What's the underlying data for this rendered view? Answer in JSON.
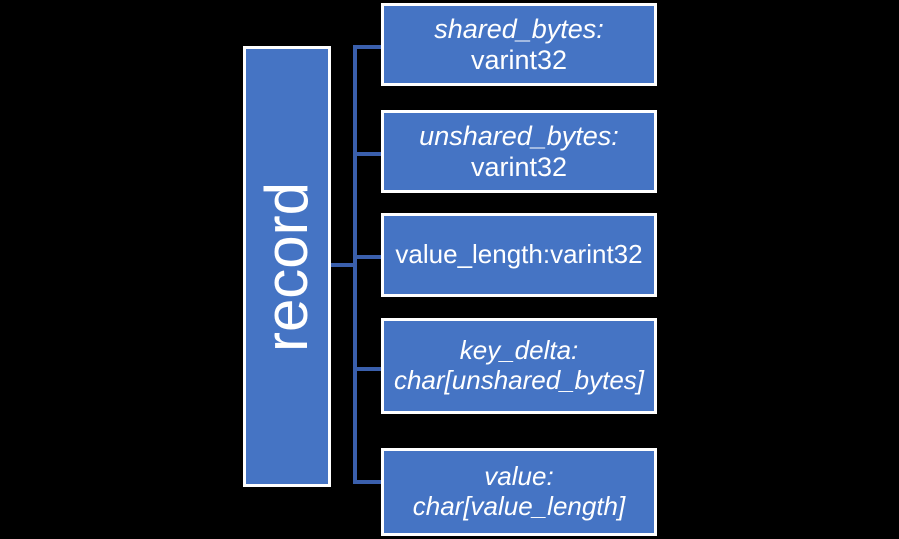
{
  "diagram": {
    "title": "record",
    "root": {
      "label": "record",
      "fill": "#4574C4",
      "border": "#FFFFFF",
      "text_color": "#FFFFFF",
      "orientation": "vertical-bottom-to-top"
    },
    "connector_color": "#3A5FAC",
    "background": "#000000",
    "children": [
      {
        "name": "shared-bytes",
        "line1": "shared_bytes:",
        "line1_style": "italic",
        "line2": "varint32",
        "line2_style": "normal"
      },
      {
        "name": "unshared-bytes",
        "line1": "unshared_bytes:",
        "line1_style": "italic",
        "line2": "varint32",
        "line2_style": "normal"
      },
      {
        "name": "value-length",
        "line1": "value_length:varint32",
        "line1_style": "normal",
        "line2": "",
        "line2_style": "normal"
      },
      {
        "name": "key-delta",
        "line1": "key_delta:",
        "line1_style": "italic",
        "line2": "char[unshared_bytes]",
        "line2_style": "italic"
      },
      {
        "name": "value",
        "line1": "value:",
        "line1_style": "italic",
        "line2": "char[value_length]",
        "line2_style": "italic"
      }
    ]
  }
}
